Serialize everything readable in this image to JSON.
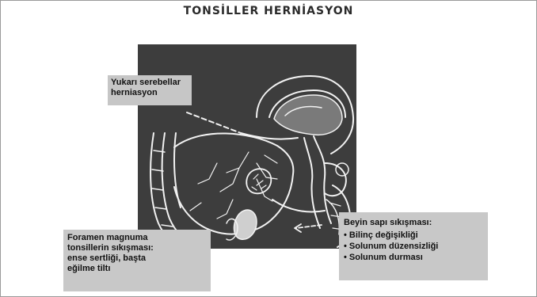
{
  "title": "TONSİLLER HERNİASYON",
  "labels": {
    "upper_cerebellar": {
      "line1": "Yukarı serebellar",
      "line2": "herniasyon"
    },
    "foramen_magnum": {
      "line1": "Foramen magnuma",
      "line2": "tonsillerin sıkışması:",
      "line3": "ense sertliği, başta",
      "line4": "eğilme tiltı"
    },
    "brainstem": {
      "heading": "Beyin sapı sıkışması:",
      "items": [
        "• Bilinç değişikliği",
        "• Solunum düzensizliği",
        "• Solunum durması"
      ]
    }
  },
  "colors": {
    "figure_background": "#3d3d3d",
    "label_background": "#c6c6c6",
    "line_art": "#f2f2f2"
  },
  "icons": [
    "sagittal-brain-illustration"
  ]
}
